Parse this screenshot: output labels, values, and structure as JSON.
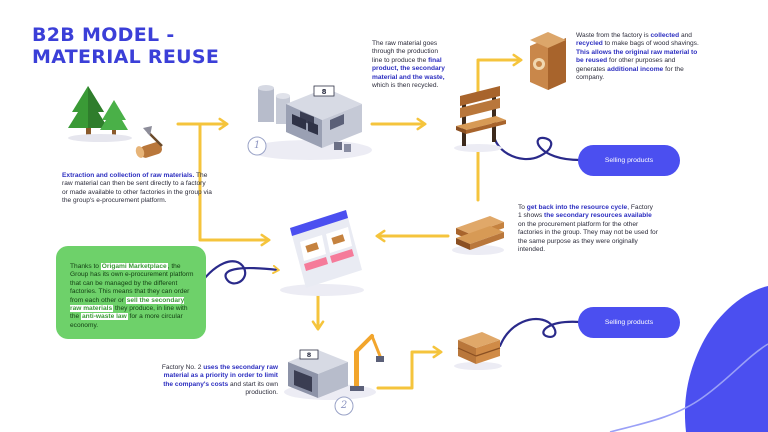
{
  "title": {
    "line1": "B2B MODEL -",
    "line2": "MATERIAL REUSE"
  },
  "texts": {
    "extraction": {
      "bold": "Extraction and collection of raw materials.",
      "rest": " The raw material can then be sent directly to a factory or made available to other factories in the group via the group's e-procurement platform."
    },
    "production": {
      "a": "The raw material goes through the production line to produce the ",
      "b1": "final product, the secondary material and the waste,",
      "c": " which is then recycled."
    },
    "waste": {
      "a": "Waste from the factory is ",
      "b1": "collected",
      "c": " and ",
      "b2": "recycled",
      "d": " to make bags of wood shavings. ",
      "b3": "This allows the original raw material to be reused",
      "e": " for other purposes and generates ",
      "b4": "additional income",
      "f": " for the company."
    },
    "resource": {
      "a": "To ",
      "b1": "get back into the resource cycle",
      "c": ", Factory 1 shows ",
      "b2": "the secondary resources available",
      "d": " on the procurement platform for the other factories in the group. They may not be used for the same purpose as they were originally intended."
    },
    "origami": {
      "a": "Thanks to ",
      "h1": "Origami Marketplace",
      "b": ", the Group has its own e-procurement platform that can be managed by the different factories. This means that they can order from each other or ",
      "h2": "sell the secondary raw materials",
      "c": " they produce, in line with the ",
      "h3": "anti-waste law",
      "d": " for a more circular economy."
    },
    "factory2": {
      "a": "Factory No. 2 ",
      "b1": "uses the secondary raw material as a priority in order to limit the company's costs",
      "c": " and start its own production."
    }
  },
  "pills": {
    "selling1": "Selling products",
    "selling2": "Selling products"
  },
  "markers": {
    "one": "1",
    "two": "2"
  },
  "colors": {
    "arrow": "#f5c43c",
    "accent": "#4b4ff0",
    "title": "#3b3fd8",
    "green": "#6ed16a",
    "dark_line": "#2a2a8a"
  },
  "icons": [
    "tree-icon",
    "axe-log-icon",
    "factory-1-icon",
    "bench-icon",
    "wood-shavings-bag-icon",
    "wood-planks-icon",
    "marketplace-screen-icon",
    "factory-2-icon",
    "crate-icon"
  ]
}
